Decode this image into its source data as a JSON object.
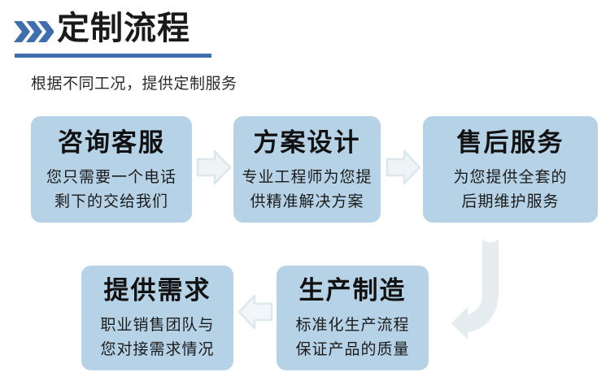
{
  "header": {
    "title": "定制流程",
    "chevron_icon": "triple-chevron-right-icon",
    "accent_color": "#3f6eae",
    "underline_color": "#3f6eae"
  },
  "subtitle": "根据不同工况，提供定制服务",
  "theme": {
    "box_fill": "#b6d2e6",
    "arrow_fill": "#e4ecef",
    "arrow_stroke": "#dbe6ea",
    "title_text_color": "#111111",
    "body_text_color": "#1b1b1b",
    "background": "#ffffff"
  },
  "flow": {
    "steps": [
      {
        "id": "consult",
        "title": "咨询客服",
        "desc_lines": [
          "您只需要一个电话",
          "剩下的交给我们"
        ]
      },
      {
        "id": "design",
        "title": "方案设计",
        "desc_lines": [
          "专业工程师为您提",
          "供精准解决方案"
        ]
      },
      {
        "id": "aftersale",
        "title": "售后服务",
        "desc_lines": [
          "为您提供全套的",
          "后期维护服务"
        ]
      },
      {
        "id": "demand",
        "title": "提供需求",
        "desc_lines": [
          "职业销售团队与",
          "您对接需求情况"
        ]
      },
      {
        "id": "produce",
        "title": "生产制造",
        "desc_lines": [
          "标准化生产流程",
          "保证产品的质量"
        ]
      }
    ],
    "connectors": [
      {
        "id": "consult-to-design",
        "icon": "arrow-right-icon"
      },
      {
        "id": "design-to-aftersale",
        "icon": "arrow-right-icon"
      },
      {
        "id": "produce-to-demand",
        "icon": "arrow-left-icon"
      },
      {
        "id": "aftersale-to-produce",
        "icon": "arrow-curved-down-left-icon"
      }
    ]
  }
}
